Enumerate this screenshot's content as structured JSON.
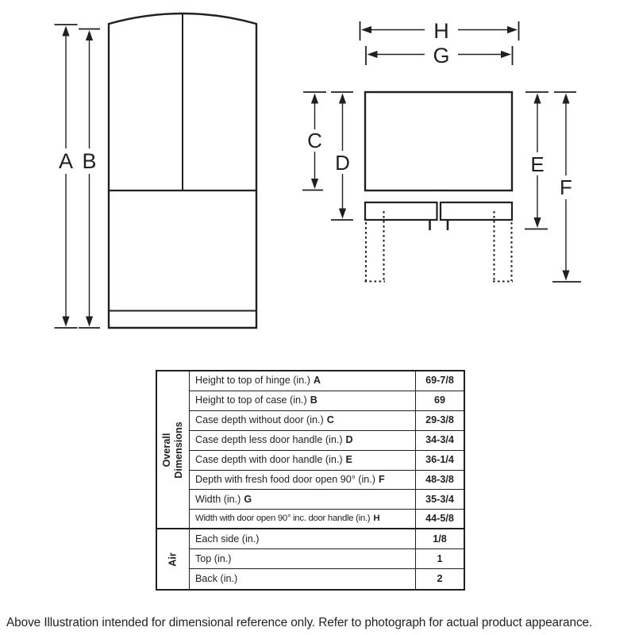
{
  "colors": {
    "ink": "#231f20",
    "background": "#ffffff"
  },
  "diagram": {
    "front_view_name": "refrigerator-front-view",
    "top_view_name": "refrigerator-top-view",
    "labels": {
      "a": "A",
      "b": "B",
      "c": "C",
      "d": "D",
      "e": "E",
      "f": "F",
      "g": "G",
      "h": "H"
    }
  },
  "table": {
    "groups": [
      {
        "name_lines": [
          "Overall",
          "Dimensions"
        ],
        "rows": [
          {
            "label": "Height to top of hinge (in.)",
            "letter": "A",
            "value": "69-7/8"
          },
          {
            "label": "Height to top of case (in.)",
            "letter": "B",
            "value": "69"
          },
          {
            "label": "Case depth without door (in.)",
            "letter": "C",
            "value": "29-3/8"
          },
          {
            "label": "Case depth less door handle (in.)",
            "letter": "D",
            "value": "34-3/4"
          },
          {
            "label": "Case depth with door handle (in.)",
            "letter": "E",
            "value": "36-1/4"
          },
          {
            "label": "Depth with fresh food door open 90° (in.)",
            "letter": "F",
            "value": "48-3/8"
          },
          {
            "label": "Width (in.)",
            "letter": "G",
            "value": "35-3/4"
          },
          {
            "label": "Width with door open 90° inc. door handle (in.)",
            "letter": "H",
            "value": "44-5/8"
          }
        ]
      },
      {
        "name_lines": [
          "Air"
        ],
        "rows": [
          {
            "label": "Each side (in.)",
            "letter": "",
            "value": "1/8"
          },
          {
            "label": "Top (in.)",
            "letter": "",
            "value": "1"
          },
          {
            "label": "Back (in.)",
            "letter": "",
            "value": "2"
          }
        ]
      }
    ]
  },
  "caption": "Above Illustration intended for dimensional reference only. Refer to photograph for actual product appearance."
}
